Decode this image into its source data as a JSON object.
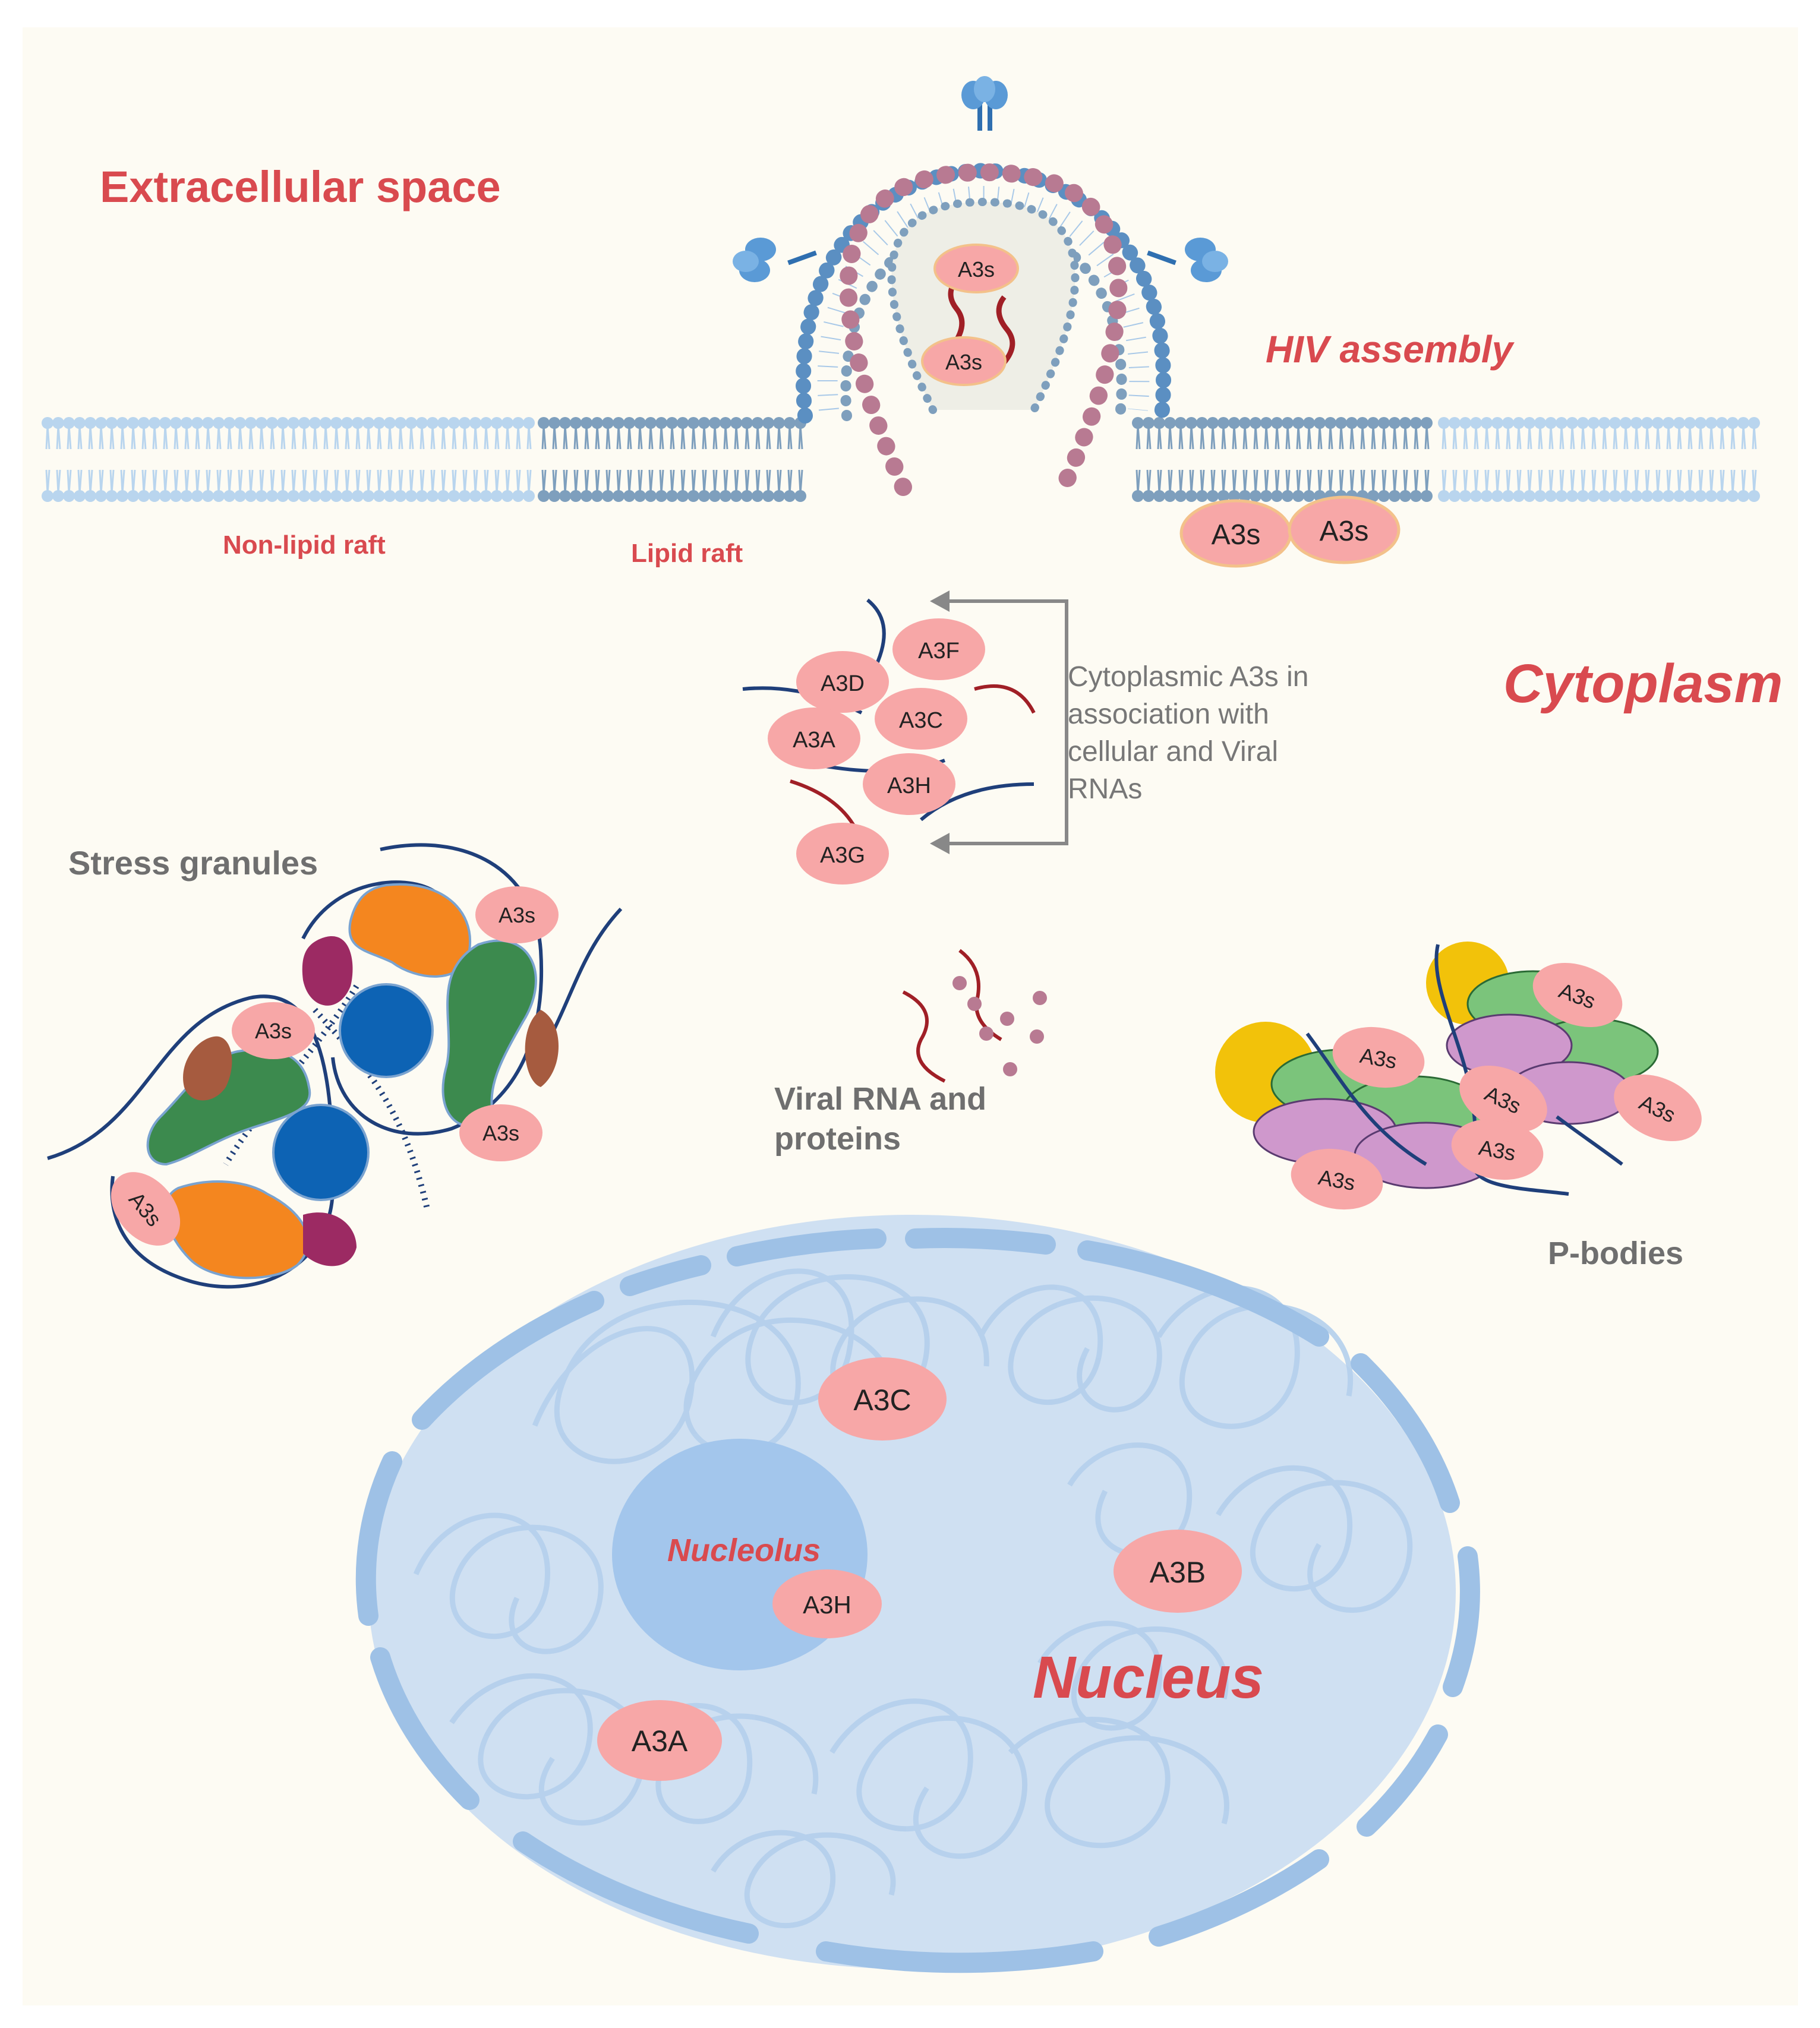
{
  "labels": {
    "extracellular": "Extracellular space",
    "hiv_assembly": "HIV assembly",
    "non_lipid_raft": "Non-lipid raft",
    "lipid_raft": "Lipid raft",
    "cytoplasm": "Cytoplasm",
    "stress_granules": "Stress granules",
    "viral_rna_line1": "Viral RNA and",
    "viral_rna_line2": "proteins",
    "p_bodies": "P-bodies",
    "nucleus": "Nucleus",
    "nucleolus": "Nucleolus",
    "cytoplasmic_note": [
      "Cytoplasmic A3s in",
      "association with",
      "cellular and Viral",
      "RNAs"
    ]
  },
  "pills": {
    "a3s": "A3s",
    "a3a": "A3A",
    "a3b": "A3B",
    "a3c": "A3C",
    "a3d": "A3D",
    "a3f": "A3F",
    "a3g": "A3G",
    "a3h": "A3H"
  },
  "colors": {
    "page_bg": "#fdfbf3",
    "label_red": "#d94a4f",
    "label_gray": "#6f6f6f",
    "pill_fill": "#f7a7a7",
    "pill_stroke": "#f3c18a",
    "membrane_light": "#b9d5ee",
    "membrane_raft": "#7e9fbd",
    "matrix_purple": "#b87a92",
    "nucleus_fill": "#cfe0f2",
    "nuclear_envelope": "#9ec1e6",
    "nucleolus_fill": "#a3c6ec",
    "rna_red": "#a01f26",
    "rna_blue": "#1f3f7a",
    "sg_orange": "#f4861f",
    "sg_green": "#3c8a4e",
    "sg_blue": "#0d63b4",
    "sg_brown": "#a65b3f",
    "sg_magenta": "#9c2a63",
    "pb_green": "#7bc47b",
    "pb_violet": "#cf98cc",
    "pb_yellow": "#f2c20a"
  }
}
